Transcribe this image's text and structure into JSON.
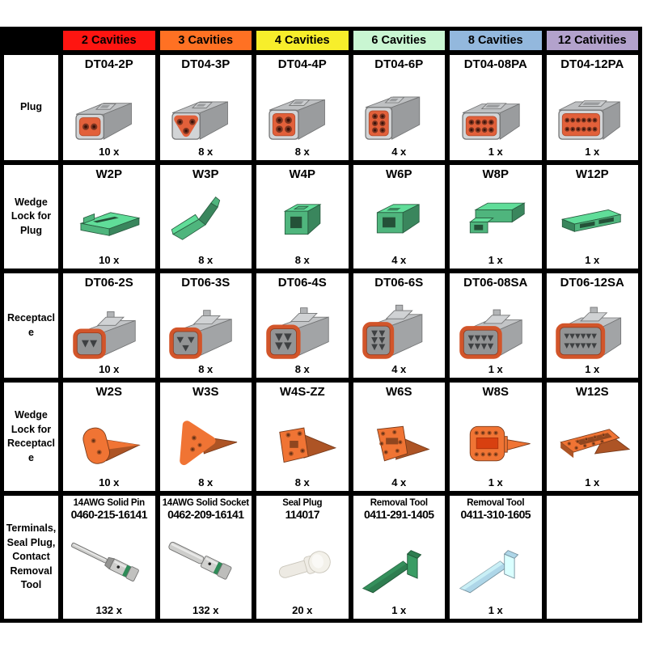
{
  "palette": {
    "table_bg": "#000000",
    "cell_bg": "#ffffff",
    "header_colors": [
      "#fe1511",
      "#ff7123",
      "#f7ee2b",
      "#c9f6d2",
      "#93b8dd",
      "#b3a2cc"
    ],
    "connector_gray": "#c6c8ca",
    "cavity_orange": "#e2603a",
    "seal_ring_orange": "#d2552a",
    "wedge_green": "#4fb57d",
    "wedge_orange": "#f07434",
    "metal": "#cdcdcb",
    "band_green": "#2e8b57",
    "tool_green": "#2e7d50",
    "tool_blue": "#aed6e8"
  },
  "header": {
    "corner": "",
    "columns": [
      "2 Cavities",
      "3 Cavities",
      "4 Cavities",
      "6 Cavities",
      "8 Cavities",
      "12 Cativities"
    ]
  },
  "rows": [
    {
      "label": "Plug",
      "cells": [
        {
          "label": "DT04-2P",
          "qty": "10 x",
          "icon": "plug-2"
        },
        {
          "label": "DT04-3P",
          "qty": "8 x",
          "icon": "plug-3"
        },
        {
          "label": "DT04-4P",
          "qty": "8 x",
          "icon": "plug-4"
        },
        {
          "label": "DT04-6P",
          "qty": "4 x",
          "icon": "plug-6"
        },
        {
          "label": "DT04-08PA",
          "qty": "1 x",
          "icon": "plug-8"
        },
        {
          "label": "DT04-12PA",
          "qty": "1 x",
          "icon": "plug-12"
        }
      ]
    },
    {
      "label": "Wedge Lock for Plug",
      "cells": [
        {
          "label": "W2P",
          "qty": "10 x",
          "icon": "wedgep-2"
        },
        {
          "label": "W3P",
          "qty": "8 x",
          "icon": "wedgep-3"
        },
        {
          "label": "W4P",
          "qty": "8 x",
          "icon": "wedgep-4"
        },
        {
          "label": "W6P",
          "qty": "4 x",
          "icon": "wedgep-6"
        },
        {
          "label": "W8P",
          "qty": "1 x",
          "icon": "wedgep-8"
        },
        {
          "label": "W12P",
          "qty": "1 x",
          "icon": "wedgep-12"
        }
      ]
    },
    {
      "label": "Receptacle",
      "cells": [
        {
          "label": "DT06-2S",
          "qty": "10 x",
          "icon": "recept-2"
        },
        {
          "label": "DT06-3S",
          "qty": "8 x",
          "icon": "recept-3"
        },
        {
          "label": "DT06-4S",
          "qty": "8 x",
          "icon": "recept-4"
        },
        {
          "label": "DT06-6S",
          "qty": "4 x",
          "icon": "recept-6"
        },
        {
          "label": "DT06-08SA",
          "qty": "1 x",
          "icon": "recept-8"
        },
        {
          "label": "DT06-12SA",
          "qty": "1 x",
          "icon": "recept-12"
        }
      ]
    },
    {
      "label": "Wedge Lock for Receptacle",
      "cells": [
        {
          "label": "W2S",
          "qty": "10 x",
          "icon": "wedges-2"
        },
        {
          "label": "W3S",
          "qty": "8 x",
          "icon": "wedges-3"
        },
        {
          "label": "W4S-ZZ",
          "qty": "8 x",
          "icon": "wedges-4"
        },
        {
          "label": "W6S",
          "qty": "4 x",
          "icon": "wedges-6"
        },
        {
          "label": "W8S",
          "qty": "1 x",
          "icon": "wedges-8"
        },
        {
          "label": "W12S",
          "qty": "1 x",
          "icon": "wedges-12"
        }
      ]
    },
    {
      "label": "Terminals, Seal Plug, Contact Removal Tool",
      "cells": [
        {
          "label": "14AWG Solid Pin",
          "code": "0460-215-16141",
          "qty": "132 x",
          "icon": "pin"
        },
        {
          "label": "14AWG Solid Socket",
          "code": "0462-209-16141",
          "qty": "132 x",
          "icon": "socket"
        },
        {
          "label": "Seal Plug",
          "code": "114017",
          "qty": "20 x",
          "icon": "seal"
        },
        {
          "label": "Removal Tool",
          "code": "0411-291-1405",
          "qty": "1 x",
          "icon": "tool-green"
        },
        {
          "label": "Removal Tool",
          "code": "0411-310-1605",
          "qty": "1 x",
          "icon": "tool-blue"
        },
        {
          "empty": true
        }
      ]
    }
  ]
}
